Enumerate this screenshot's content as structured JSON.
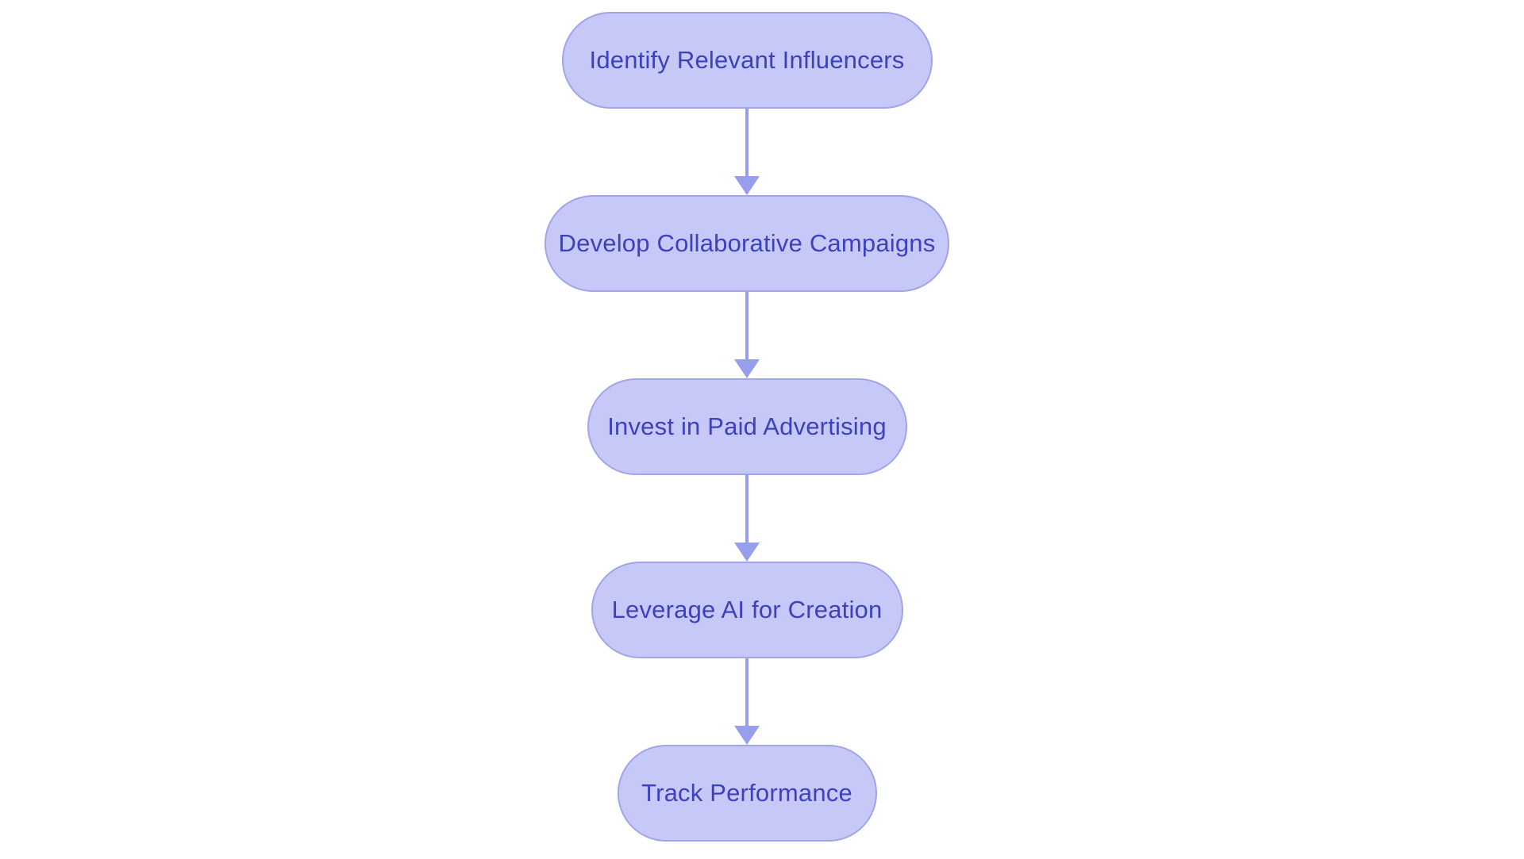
{
  "diagram": {
    "type": "flowchart",
    "direction": "top-to-bottom",
    "background_color": "#ffffff",
    "node_fill_color": "#c6c9f7",
    "node_border_color": "#9fa5e6",
    "node_text_color": "#3b42bc",
    "arrow_color": "#979eec",
    "nodes": [
      {
        "id": 1,
        "label": "Identify Relevant Influencers"
      },
      {
        "id": 2,
        "label": "Develop Collaborative Campaigns"
      },
      {
        "id": 3,
        "label": "Invest in Paid Advertising"
      },
      {
        "id": 4,
        "label": "Leverage AI for Creation"
      },
      {
        "id": 5,
        "label": "Track Performance"
      }
    ],
    "edges": [
      {
        "from": 1,
        "to": 2
      },
      {
        "from": 2,
        "to": 3
      },
      {
        "from": 3,
        "to": 4
      },
      {
        "from": 4,
        "to": 5
      }
    ]
  }
}
